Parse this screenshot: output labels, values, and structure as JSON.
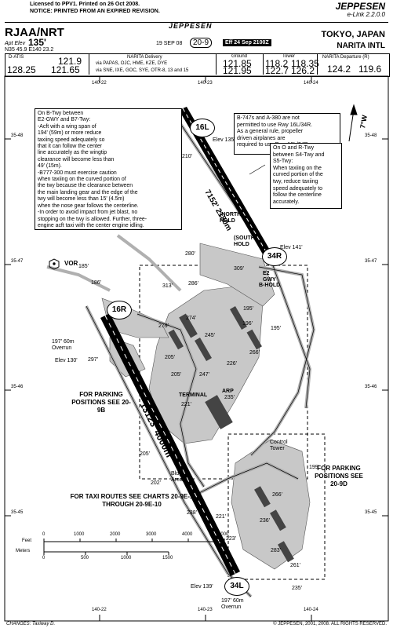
{
  "header": {
    "license": "Licensed to PPV1.  Printed on 26 Oct 2008.",
    "notice": "NOTICE: PRINTED FROM AN EXPIRED REVISION.",
    "brand": "JEPPESEN",
    "product": "e-Link 2.2.0.0",
    "banner_brand": "JEPPESEN",
    "icao": "RJAA/NRT",
    "apt_elev_label": "Apt Elev",
    "apt_elev": "135'",
    "coords": "N35 45.9 E140 23.2",
    "date": "19 SEP 08",
    "chart_no": "20-9",
    "eff": "Eff 24 Sep 2100Z",
    "city": "TOKYO, JAPAN",
    "airport": "NARITA INTL"
  },
  "comms": {
    "datis_label": "D-ATIS",
    "datis_1": "128.25",
    "datis_2": "121.9",
    "datis_3": "121.65",
    "delivery_label": "NARITA Delivery",
    "delivery_1": "via PAPAS, OJC, HME, KZE, DYE",
    "delivery_2": "via SNE, IXE, GOC, SYE, OTR-8, 13 and 15",
    "ground_label": "Ground",
    "ground_1": "121.85",
    "ground_2": "121.95",
    "tower_label": "Tower",
    "tower_1": "118.2",
    "tower_2": "118.35",
    "tower_3": "122.7",
    "tower_4": "126.2",
    "dep_label": "NARITA Departure (R)",
    "dep_1": "124.2",
    "dep_2": "119.6"
  },
  "notes": {
    "left": [
      "On B-Twy between",
      "E2-GWY and B7-Twy:",
      "-Acft with a wing span of",
      "194' (59m) or more reduce",
      "taxiing speed adequately so",
      "that it can follow the center",
      "line accurately as the wingtip",
      "clearance will become less than",
      "49' (15m).",
      "-B777-300 must exercise caution",
      "when taxiing on the curved portion of",
      "the twy because the clearance between",
      "the main landing gear and the edge of the",
      "twy will become less than 15' (4.5m)",
      "when the nose gear follows the centerline.",
      "-In order to avoid impact from jet blast, no",
      "stopping on the twy is allowed. Further, three-",
      "engine acft taxi with the center engine idling."
    ],
    "right_top": [
      "B-747s and A-380 are not",
      "permitted to use Rwy 16L/34R.",
      "As a general rule, propeller",
      "driven airplanes are",
      "required to use Rwy 16L/34R."
    ],
    "right_mid": [
      "On O and R-Twy",
      "between S4-Twy and",
      "S5-Twy:",
      "When taxiing on the",
      "curved portion of the",
      "twy, reduce taxiing",
      "speed adequately to",
      "follow the centerline",
      "accurately."
    ]
  },
  "map": {
    "rwy_16L": "16L",
    "rwy_34R": "34R",
    "rwy_16R": "16R",
    "rwy_34L": "34L",
    "rwy_34R_len": "7152' 2180m",
    "rwy_16R_len": "13123' 4000m",
    "elev_16L": "Elev 135'",
    "elev_34R": "Elev 141'",
    "elev_16R": "Elev 130'",
    "elev_34L": "Elev 139'",
    "overrun_top": "197' 60m Overrun",
    "overrun_bottom": "197' 60m Overrun",
    "vor": "VOR",
    "terminal": "TERMINAL",
    "tower": "Control Tower",
    "arp": "ARP",
    "bldg": "Bldg Area",
    "north_hold": "(NORTH) HOLD",
    "south_hold": "(SOUTH) HOLD",
    "b_hold": "B-HOLD",
    "e2_gwy": "E2 GWY",
    "parking_left": "FOR PARKING POSITIONS SEE 20-9B",
    "parking_right": "FOR PARKING POSITIONS SEE 20-9D",
    "taxi_routes": "FOR TAXI ROUTES SEE CHARTS 20-9E-1 THROUGH 20-9E-10",
    "magvar": "7°W",
    "elevations": [
      "185'",
      "186'",
      "210'",
      "280'",
      "286'",
      "309'",
      "313'",
      "279'",
      "274'",
      "245'",
      "205'",
      "205'",
      "247'",
      "221'",
      "235'",
      "226'",
      "195'",
      "196'",
      "195'",
      "266'",
      "297'",
      "202'",
      "205'",
      "199'",
      "266'",
      "238'",
      "236'",
      "283'",
      "261'",
      "235'",
      "223'",
      "221'"
    ],
    "lat_labels": [
      "35-48",
      "35-47",
      "35-46",
      "35-45"
    ],
    "lon_labels": [
      "140-22",
      "140-23",
      "140-24"
    ]
  },
  "scale": {
    "feet_label": "Feet",
    "meters_label": "Meters",
    "feet_ticks": [
      "0",
      "1000",
      "2000",
      "3000",
      "4000",
      "5000"
    ],
    "meter_ticks": [
      "0",
      "500",
      "1000",
      "1500"
    ]
  },
  "footer": {
    "changes": "CHANGES: Taxiway D.",
    "copyright": "© JEPPESEN, 2001, 2008. ALL RIGHTS RESERVED."
  }
}
